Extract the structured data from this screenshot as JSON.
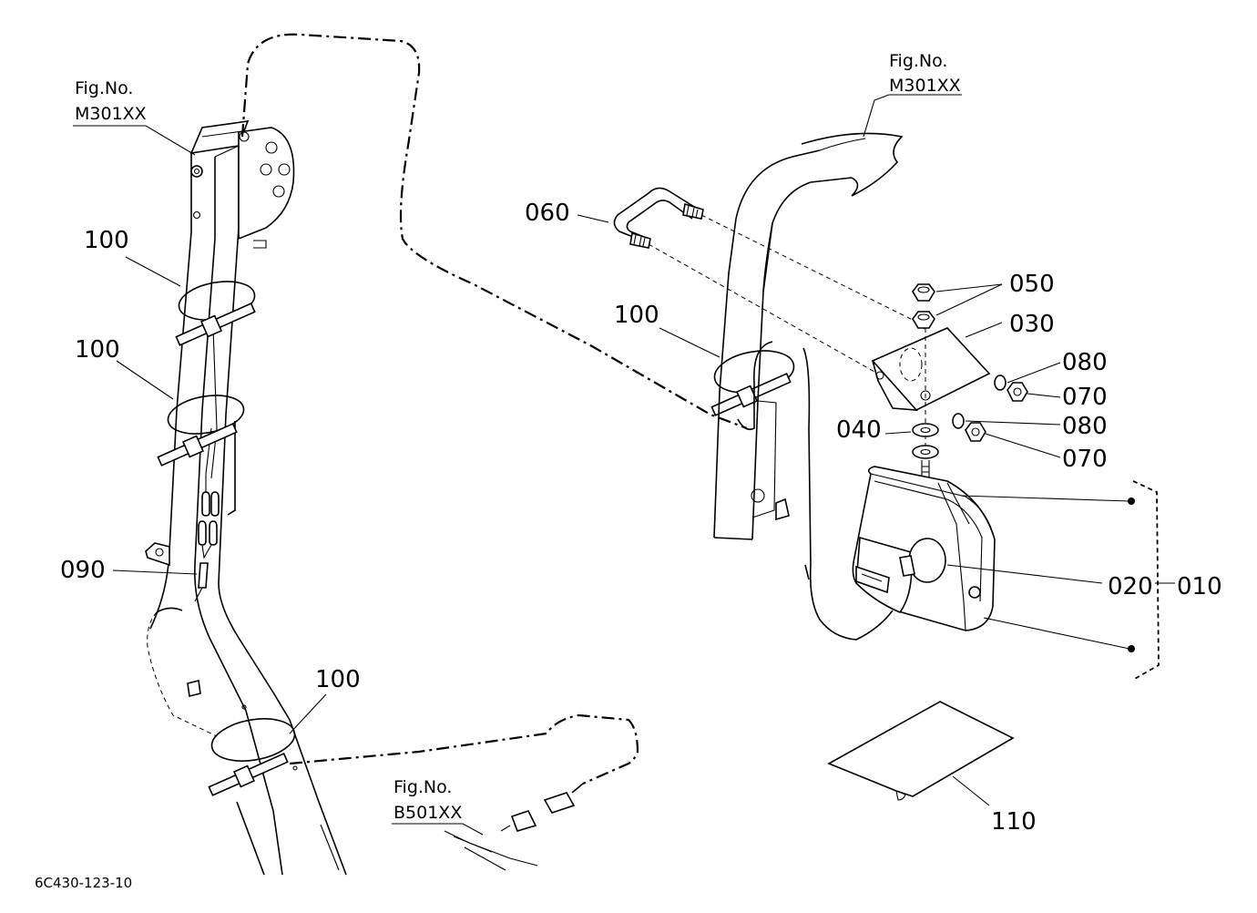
{
  "drawing_code": "6C430-123-10",
  "fig_refs": [
    {
      "title": "Fig.No.",
      "code": "M301XX"
    },
    {
      "title": "Fig.No.",
      "code": "M301XX"
    },
    {
      "title": "Fig.No.",
      "code": "B501XX"
    }
  ],
  "callouts": [
    {
      "part": "100"
    },
    {
      "part": "100"
    },
    {
      "part": "090"
    },
    {
      "part": "100"
    },
    {
      "part": "060"
    },
    {
      "part": "100"
    },
    {
      "part": "050"
    },
    {
      "part": "030"
    },
    {
      "part": "080"
    },
    {
      "part": "070"
    },
    {
      "part": "040"
    },
    {
      "part": "080"
    },
    {
      "part": "070"
    },
    {
      "part": "020"
    },
    {
      "part": "010"
    },
    {
      "part": "110"
    }
  ]
}
